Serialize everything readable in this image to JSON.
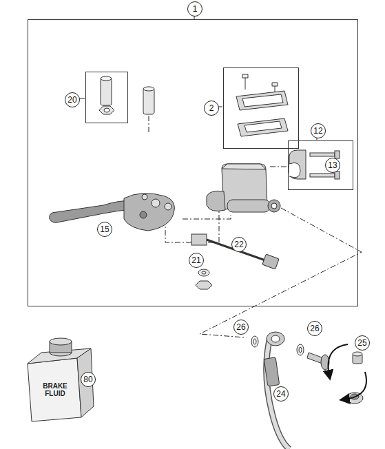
{
  "diagram": {
    "nodes": [
      {
        "text": [
          "1"
        ]
      },
      {
        "text": [
          "20"
        ],
        "in": 0
      },
      {
        "text": [
          "2"
        ],
        "in": 0
      },
      {
        "text": [
          "12"
        ],
        "in": 0
      }
    ],
    "labels": [
      "15",
      "13",
      "22",
      "21",
      "26",
      "24",
      "26",
      "25",
      "80",
      "BRAKE FLUID"
    ]
  }
}
